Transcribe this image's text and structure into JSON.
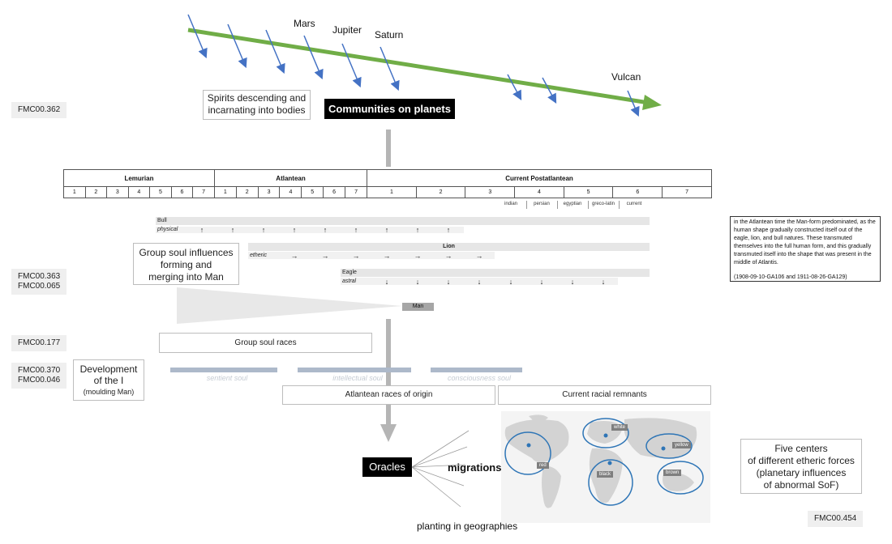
{
  "planets": {
    "mars": "Mars",
    "jupiter": "Jupiter",
    "saturn": "Saturn",
    "vulcan": "Vulcan"
  },
  "spirits_box": {
    "line1": "Spirits descending and",
    "line2": "incarnating into bodies"
  },
  "communities_box": "Communities  on planets",
  "refs": {
    "r362": "FMC00.362",
    "r363": "FMC00.363",
    "r065": "FMC00.065",
    "r177": "FMC00.177",
    "r370": "FMC00.370",
    "r046": "FMC00.046",
    "r454": "FMC00.454"
  },
  "epochs": {
    "eras": [
      "Lemurian",
      "Atlantean",
      "Current Postatlantean"
    ],
    "sub": [
      "1",
      "2",
      "3",
      "4",
      "5",
      "6",
      "7",
      "1",
      "2",
      "3",
      "4",
      "5",
      "6",
      "7",
      "1",
      "2",
      "3",
      "4",
      "5",
      "6",
      "7"
    ],
    "cultures": [
      "indian",
      "persian",
      "egyptian",
      "greco-latin",
      "current"
    ]
  },
  "bands": {
    "bull": "Bull",
    "physical": "physical",
    "lion": "Lion",
    "etheric": "etheric",
    "eagle": "Eagle",
    "astral": "astral",
    "man": "Man"
  },
  "arrows": {
    "up": "↑",
    "right": "→",
    "down": "↓"
  },
  "group_soul_box": {
    "line1": "Group soul influences",
    "line2": "forming and",
    "line3": "merging into Man"
  },
  "note": {
    "text": "in the Atlantean time the Man-form predominated, as the human shape gradually constructed itself out of the eagle, lion, and bull natures. These transmuted themselves into the full human form, and this gradually transmuted itself into the shape that was present in the middle of Atlantis.",
    "source": "(1908-09-10-GA106 and 1911-08-26-GA129)"
  },
  "group_soul_races": "Group soul races",
  "development": {
    "line1": "Development",
    "line2": "of the I",
    "line3": "(moulding Man)"
  },
  "souls": [
    "sentient soul",
    "intellectual soul",
    "consciousness soul"
  ],
  "atlantean_races": "Atlantean races of origin",
  "current_remnants": "Current racial remnants",
  "oracles": "Oracles",
  "migrations": "migrations",
  "planting": "planting in geographies",
  "map_labels": {
    "white": "white",
    "yellow": "yellow",
    "red": "red",
    "black": "black",
    "brown": "brown"
  },
  "five_centers": {
    "line1": "Five centers",
    "line2": "of different etheric forces",
    "line3": "(planetary influences",
    "line4": "of abnormal SoF)"
  }
}
